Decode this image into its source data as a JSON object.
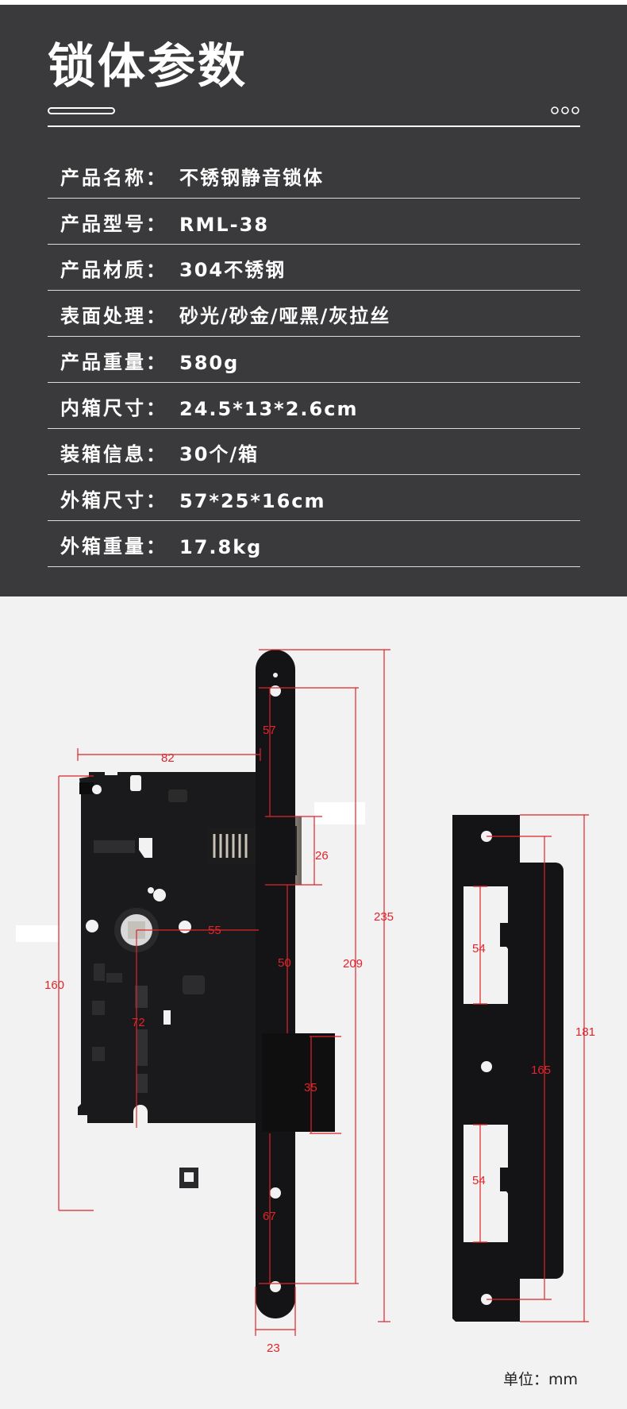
{
  "header": {
    "title": "锁体参数",
    "dots_icon": "three-dots"
  },
  "specs": [
    {
      "label": "产品名称：",
      "value": "不锈钢静音锁体"
    },
    {
      "label": "产品型号：",
      "value": "RML-38"
    },
    {
      "label": "产品材质：",
      "value": "304不锈钢"
    },
    {
      "label": "表面处理：",
      "value": "砂光/砂金/哑黑/灰拉丝"
    },
    {
      "label": "产品重量：",
      "value": "580g"
    },
    {
      "label": "内箱尺寸：",
      "value": "24.5*13*2.6cm"
    },
    {
      "label": "装箱信息：",
      "value": "30个/箱"
    },
    {
      "label": "外箱尺寸：",
      "value": "57*25*16cm"
    },
    {
      "label": "外箱重量：",
      "value": "17.8kg"
    }
  ],
  "dimensions": {
    "d82": "82",
    "d57": "57",
    "d26": "26",
    "d235": "235",
    "d55": "55",
    "d50": "50",
    "d209": "209",
    "d160": "160",
    "d72": "72",
    "d35": "35",
    "d67": "67",
    "d23": "23",
    "d54a": "54",
    "d54b": "54",
    "d165": "165",
    "d181": "181"
  },
  "colors": {
    "panel_bg": "#3a3a3c",
    "dimension_red": "#e0242a",
    "lock_black": "#161618"
  },
  "footer": {
    "unit": "单位：mm"
  }
}
